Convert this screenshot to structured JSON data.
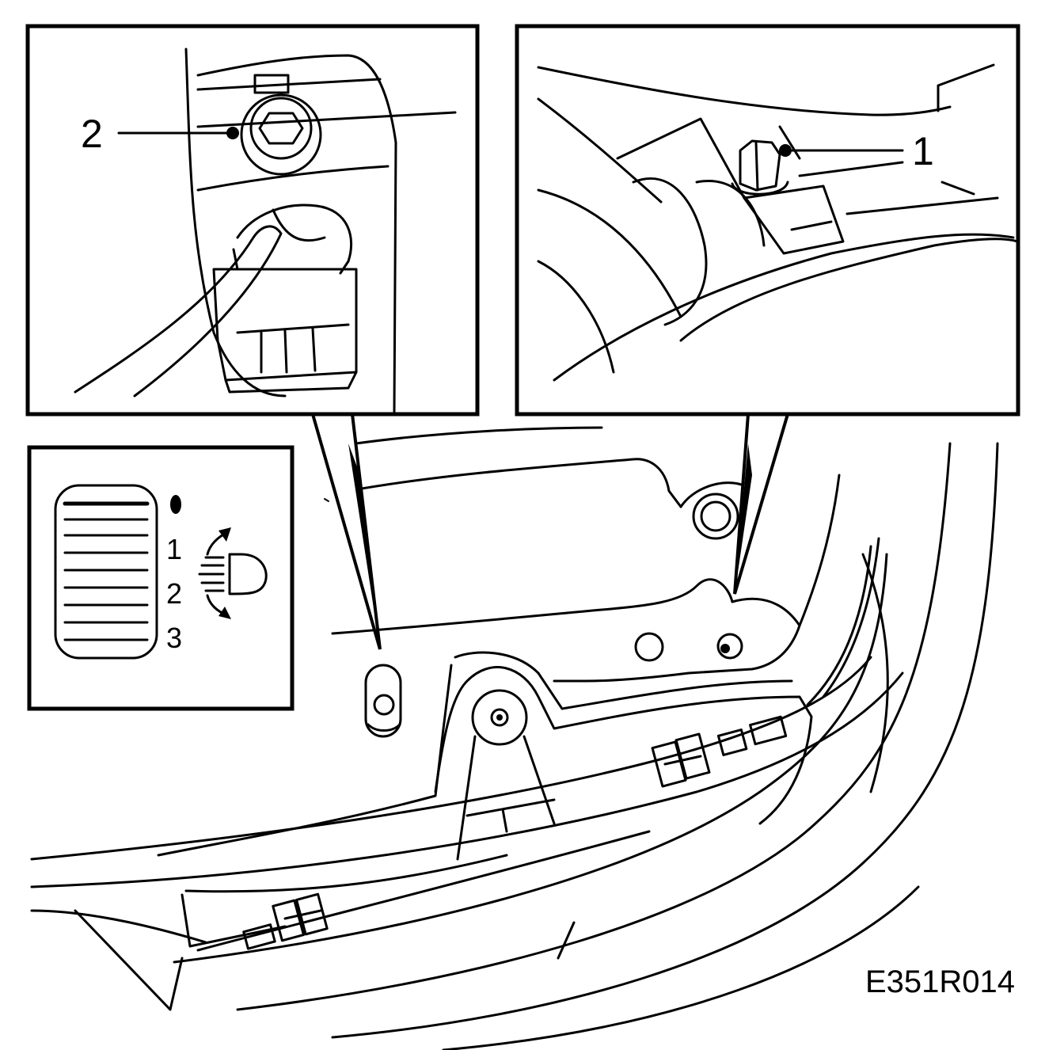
{
  "callouts": {
    "item_1": "1",
    "item_2": "2"
  },
  "leveling_switch": {
    "positions": [
      "0",
      "1",
      "2",
      "3"
    ]
  },
  "figure_code": "E351R014",
  "icons": {
    "headlamp": "headlamp-beam-icon",
    "adjust_arrows": "up-down-arrow-icon"
  },
  "colors": {
    "ink": "#000000",
    "paper": "#ffffff"
  }
}
